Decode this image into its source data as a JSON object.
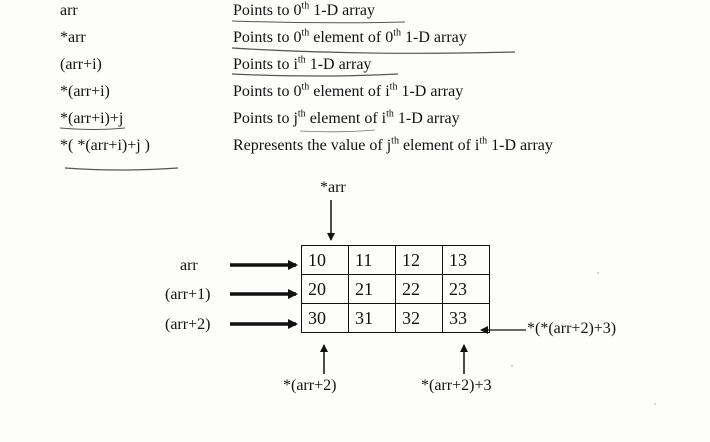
{
  "table_rows": [
    {
      "expr": "arr",
      "meaning_pre": "Points to 0",
      "meaning_sup": "th",
      "meaning_post": " 1-D array"
    },
    {
      "expr": "*arr",
      "meaning_pre": "Points to 0",
      "meaning_sup": "th",
      "meaning_mid": " element of 0",
      "meaning_sup2": "th",
      "meaning_post": " 1-D array"
    },
    {
      "expr": "(arr+i)",
      "meaning_pre": "Points to i",
      "meaning_sup": "th",
      "meaning_post": " 1-D array"
    },
    {
      "expr": "*(arr+i)",
      "meaning_pre": "Points to 0",
      "meaning_sup": "th",
      "meaning_mid": " element of i",
      "meaning_sup2": "th",
      "meaning_post": " 1-D array"
    },
    {
      "expr": "*(arr+i)+j",
      "meaning_pre": "Points to j",
      "meaning_sup": "th",
      "meaning_mid": " element of i",
      "meaning_sup2": "th",
      "meaning_post": " 1-D array"
    },
    {
      "expr": "*( *(arr+i)+j )",
      "meaning_pre": "Represents the value of j",
      "meaning_sup": "th",
      "meaning_mid": " element of i",
      "meaning_sup2": "th",
      "meaning_post": " 1-D array"
    }
  ],
  "diagram": {
    "top_label": "*arr",
    "row_labels": [
      "arr",
      "(arr+1)",
      "(arr+2)"
    ],
    "cells": [
      [
        "10",
        "11",
        "12",
        "13"
      ],
      [
        "20",
        "21",
        "22",
        "23"
      ],
      [
        "30",
        "31",
        "32",
        "33"
      ]
    ],
    "bottom_left_label": "*(arr+2)",
    "bottom_right_label": "*(arr+2)+3",
    "right_label": "*(*(arr+2)+3)"
  }
}
